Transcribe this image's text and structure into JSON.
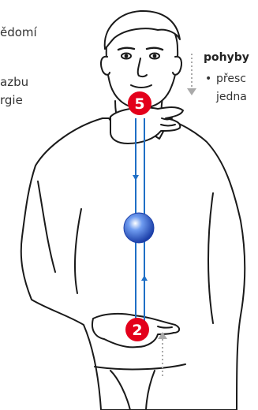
{
  "left_text": {
    "line1": "ědomí",
    "line2": "azbu",
    "line3": "rgie"
  },
  "right_text": {
    "heading": "pohyby",
    "bullet": "•",
    "line1": "přesc",
    "line2": "jedna"
  },
  "markers": {
    "top_label": "5",
    "bottom_label": "2"
  },
  "colors": {
    "marker_red": "#e3001b",
    "channel_blue": "#1f6fc6",
    "orb_blue": "#2a5fcf",
    "guide_gray": "#aaaaaa",
    "outline": "#1a1a1a"
  }
}
